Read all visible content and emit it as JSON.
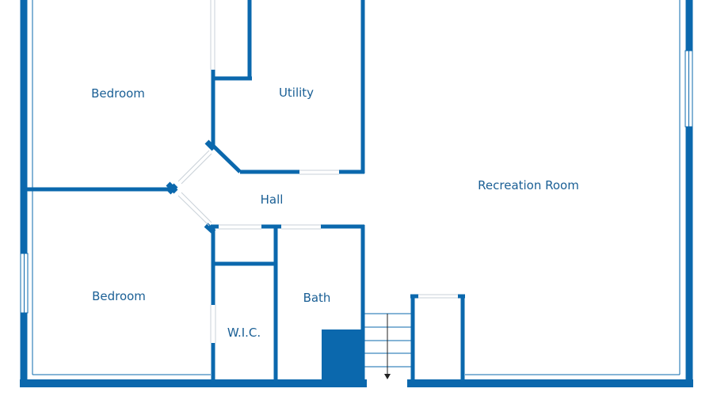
{
  "colors": {
    "wall": "#0b68ad",
    "label": "#1a5f95",
    "background": "#ffffff",
    "opening": "#c9d1d8"
  },
  "rooms": {
    "bedroom_upper": "Bedroom",
    "utility": "Utility",
    "recreation_room": "Recreation Room",
    "hall": "Hall",
    "bedroom_lower": "Bedroom",
    "bath": "Bath",
    "wic": "W.I.C."
  },
  "icons": {
    "stairs_direction": "arrow-down-icon"
  }
}
